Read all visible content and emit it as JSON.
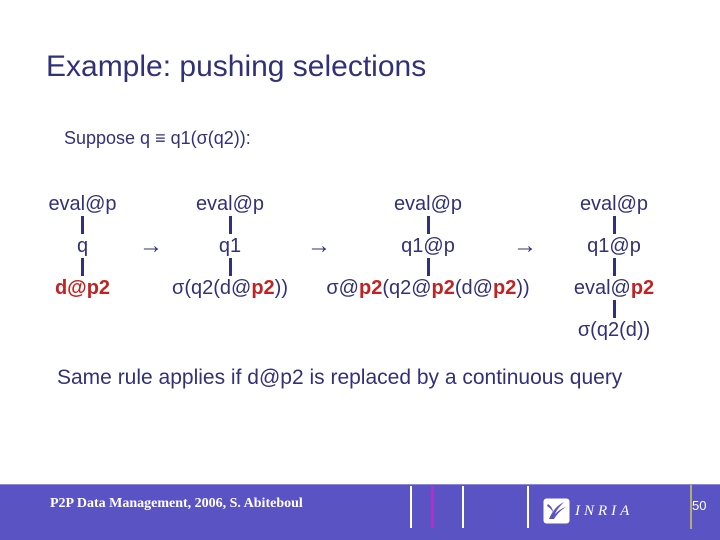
{
  "slide": {
    "title": "Example: pushing selections",
    "suppose_line": "Suppose q ≡ q1(σ(q2)):",
    "bottom_note": "Same rule applies if d@p2 is replaced by a continuous query"
  },
  "diagram": {
    "arrow_glyph": "→",
    "trees": [
      {
        "name": "original-query",
        "rows": [
          [
            {
              "t": "eval@p",
              "c": "navy"
            }
          ],
          [
            {
              "t": "q",
              "c": "navy"
            }
          ],
          [
            {
              "t": "d@p2",
              "c": "red"
            }
          ]
        ]
      },
      {
        "name": "unfolded-query",
        "rows": [
          [
            {
              "t": "eval@p",
              "c": "navy"
            }
          ],
          [
            {
              "t": "q1",
              "c": "navy"
            }
          ],
          [
            {
              "t": "σ(q2(d@",
              "c": "navy"
            },
            {
              "t": "p2",
              "c": "red"
            },
            {
              "t": "))",
              "c": "navy"
            }
          ]
        ]
      },
      {
        "name": "located-query",
        "rows": [
          [
            {
              "t": "eval@p",
              "c": "navy"
            }
          ],
          [
            {
              "t": "q1@p",
              "c": "navy"
            }
          ],
          [
            {
              "t": "σ@",
              "c": "navy"
            },
            {
              "t": "p2",
              "c": "red"
            },
            {
              "t": "(q2@",
              "c": "navy"
            },
            {
              "t": "p2",
              "c": "red"
            },
            {
              "t": "(d@",
              "c": "navy"
            },
            {
              "t": "p2",
              "c": "red"
            },
            {
              "t": "))",
              "c": "navy"
            }
          ]
        ]
      },
      {
        "name": "pushed-selection-query",
        "rows": [
          [
            {
              "t": "eval@p",
              "c": "navy"
            }
          ],
          [
            {
              "t": "q1@p",
              "c": "navy"
            }
          ],
          [
            {
              "t": "eval@",
              "c": "navy"
            },
            {
              "t": "p2",
              "c": "red"
            }
          ],
          [
            {
              "t": "σ(q2(d))",
              "c": "navy"
            }
          ]
        ]
      }
    ]
  },
  "footer": {
    "credit": "P2P Data Management, 2006, S. Abiteboul",
    "logo_text": "INRIA",
    "page_number": "50"
  },
  "colors": {
    "navy_text": "#31317a",
    "red_text": "#c32222",
    "footer_purple": "#5a53c4",
    "magenta_divider": "#aa33cc",
    "tan_divider": "#b3ac77",
    "white": "#ffffff"
  }
}
